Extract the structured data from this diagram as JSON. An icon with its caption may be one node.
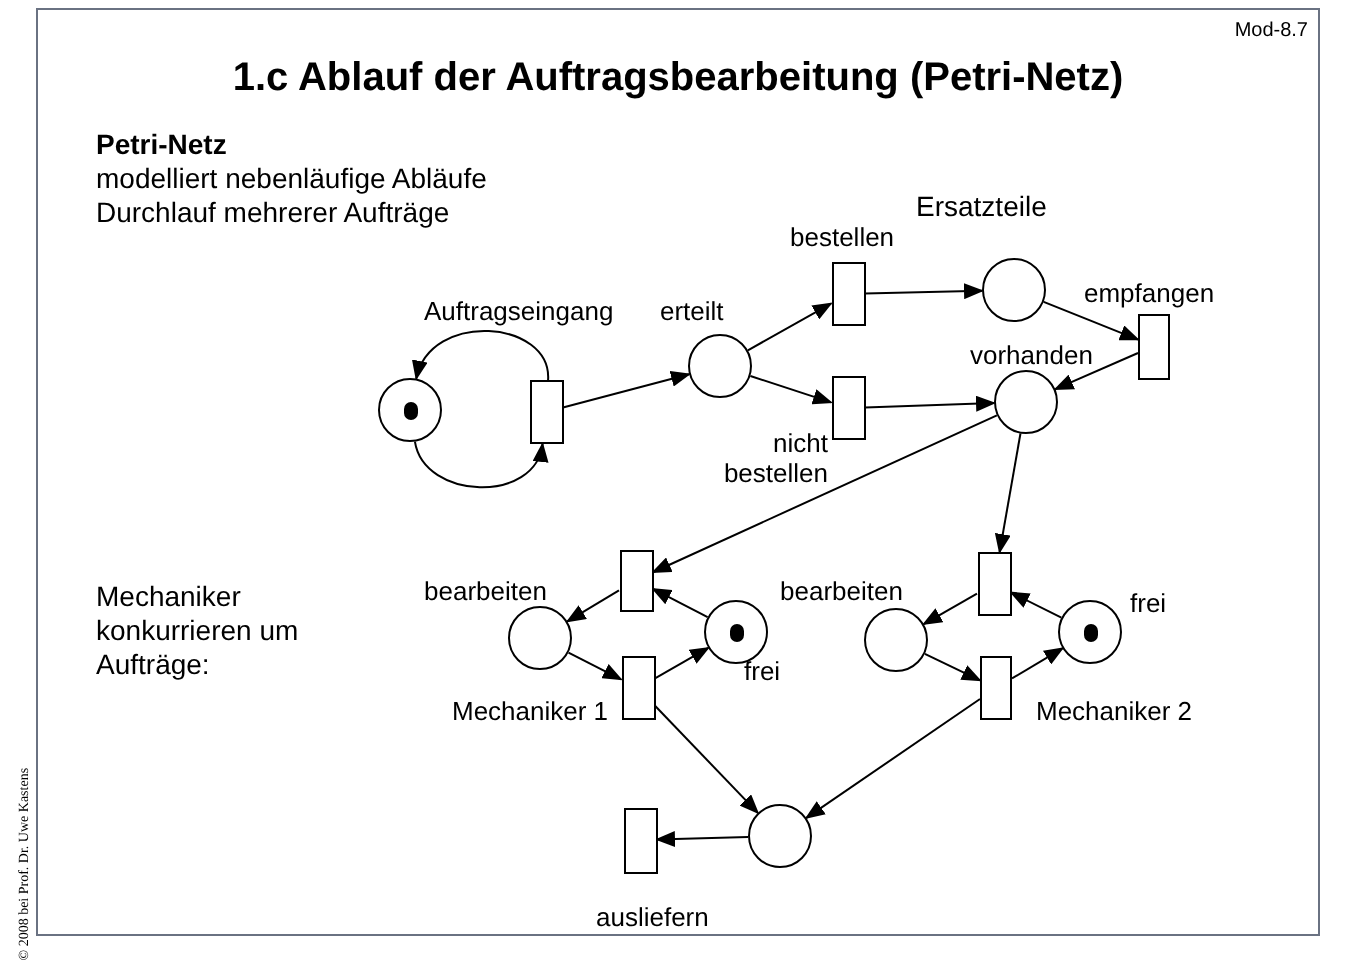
{
  "diagram": {
    "title": "1.c Ablauf der Auftragsbearbeitung (Petri-Netz)",
    "nodes": [
      {
        "text": [],
        "shape": "circle"
      },
      {
        "text": [],
        "shape": "box",
        "beside": [
          "Auftragseingang"
        ]
      },
      {
        "text": [],
        "shape": "circle",
        "beside": [
          "erteilt"
        ]
      },
      {
        "text": [],
        "shape": "box",
        "beside": [
          "bestellen"
        ]
      },
      {
        "text": [],
        "shape": "box",
        "beside": [
          "nicht bestellen"
        ]
      },
      {
        "text": [],
        "shape": "circle"
      },
      {
        "text": [],
        "shape": "box",
        "beside": [
          "empfangen"
        ]
      },
      {
        "text": [],
        "shape": "circle",
        "beside": [
          "vorhanden"
        ]
      },
      {
        "text": [],
        "shape": "box"
      },
      {
        "text": [],
        "shape": "circle",
        "beside": [
          "bearbeiten"
        ]
      },
      {
        "text": [],
        "shape": "circle",
        "beside": [
          "frei"
        ]
      },
      {
        "text": [],
        "shape": "box",
        "beside": [
          "Mechaniker 1"
        ]
      },
      {
        "text": [],
        "shape": "box"
      },
      {
        "text": [],
        "shape": "circle",
        "beside": [
          "bearbeiten"
        ]
      },
      {
        "text": [],
        "shape": "circle",
        "beside": [
          "frei"
        ]
      },
      {
        "text": [],
        "shape": "box",
        "beside": [
          "Mechaniker 2"
        ]
      },
      {
        "text": [],
        "shape": "circle"
      },
      {
        "text": [],
        "shape": "box",
        "beside": [
          "ausliefern"
        ]
      }
    ],
    "edges": [
      {
        "from": 1,
        "to": 0,
        "arrow": "to"
      },
      {
        "from": 0,
        "to": 1,
        "arrow": "to"
      },
      {
        "from": 1,
        "to": 2,
        "arrow": "to"
      },
      {
        "from": 2,
        "to": 3,
        "arrow": "to"
      },
      {
        "from": 2,
        "to": 4,
        "arrow": "to"
      },
      {
        "from": 3,
        "to": 5,
        "arrow": "to"
      },
      {
        "from": 4,
        "to": 7,
        "arrow": "to"
      },
      {
        "from": 5,
        "to": 6,
        "arrow": "to"
      },
      {
        "from": 6,
        "to": 7,
        "arrow": "to"
      },
      {
        "from": 7,
        "to": 8,
        "arrow": "to"
      },
      {
        "from": 7,
        "to": 12,
        "arrow": "to"
      },
      {
        "from": 8,
        "to": 9,
        "arrow": "to"
      },
      {
        "from": 10,
        "to": 8,
        "arrow": "to"
      },
      {
        "from": 9,
        "to": 11,
        "arrow": "to"
      },
      {
        "from": 11,
        "to": 10,
        "arrow": "to"
      },
      {
        "from": 11,
        "to": 16,
        "arrow": "to"
      },
      {
        "from": 12,
        "to": 13,
        "arrow": "to"
      },
      {
        "from": 14,
        "to": 12,
        "arrow": "to"
      },
      {
        "from": 13,
        "to": 15,
        "arrow": "to"
      },
      {
        "from": 15,
        "to": 14,
        "arrow": "to"
      },
      {
        "from": 15,
        "to": 16,
        "arrow": "to"
      },
      {
        "from": 16,
        "to": 17,
        "arrow": "to"
      }
    ],
    "labels": [
      "Mod-8.7",
      "Petri-Netz",
      "modelliert nebenläufige Abläufe",
      "Durchlauf mehrerer Aufträge",
      "Ersatzteile",
      "Mechaniker konkurrieren um Aufträge:",
      "© 2008 bei Prof. Dr. Uwe Kastens"
    ]
  }
}
